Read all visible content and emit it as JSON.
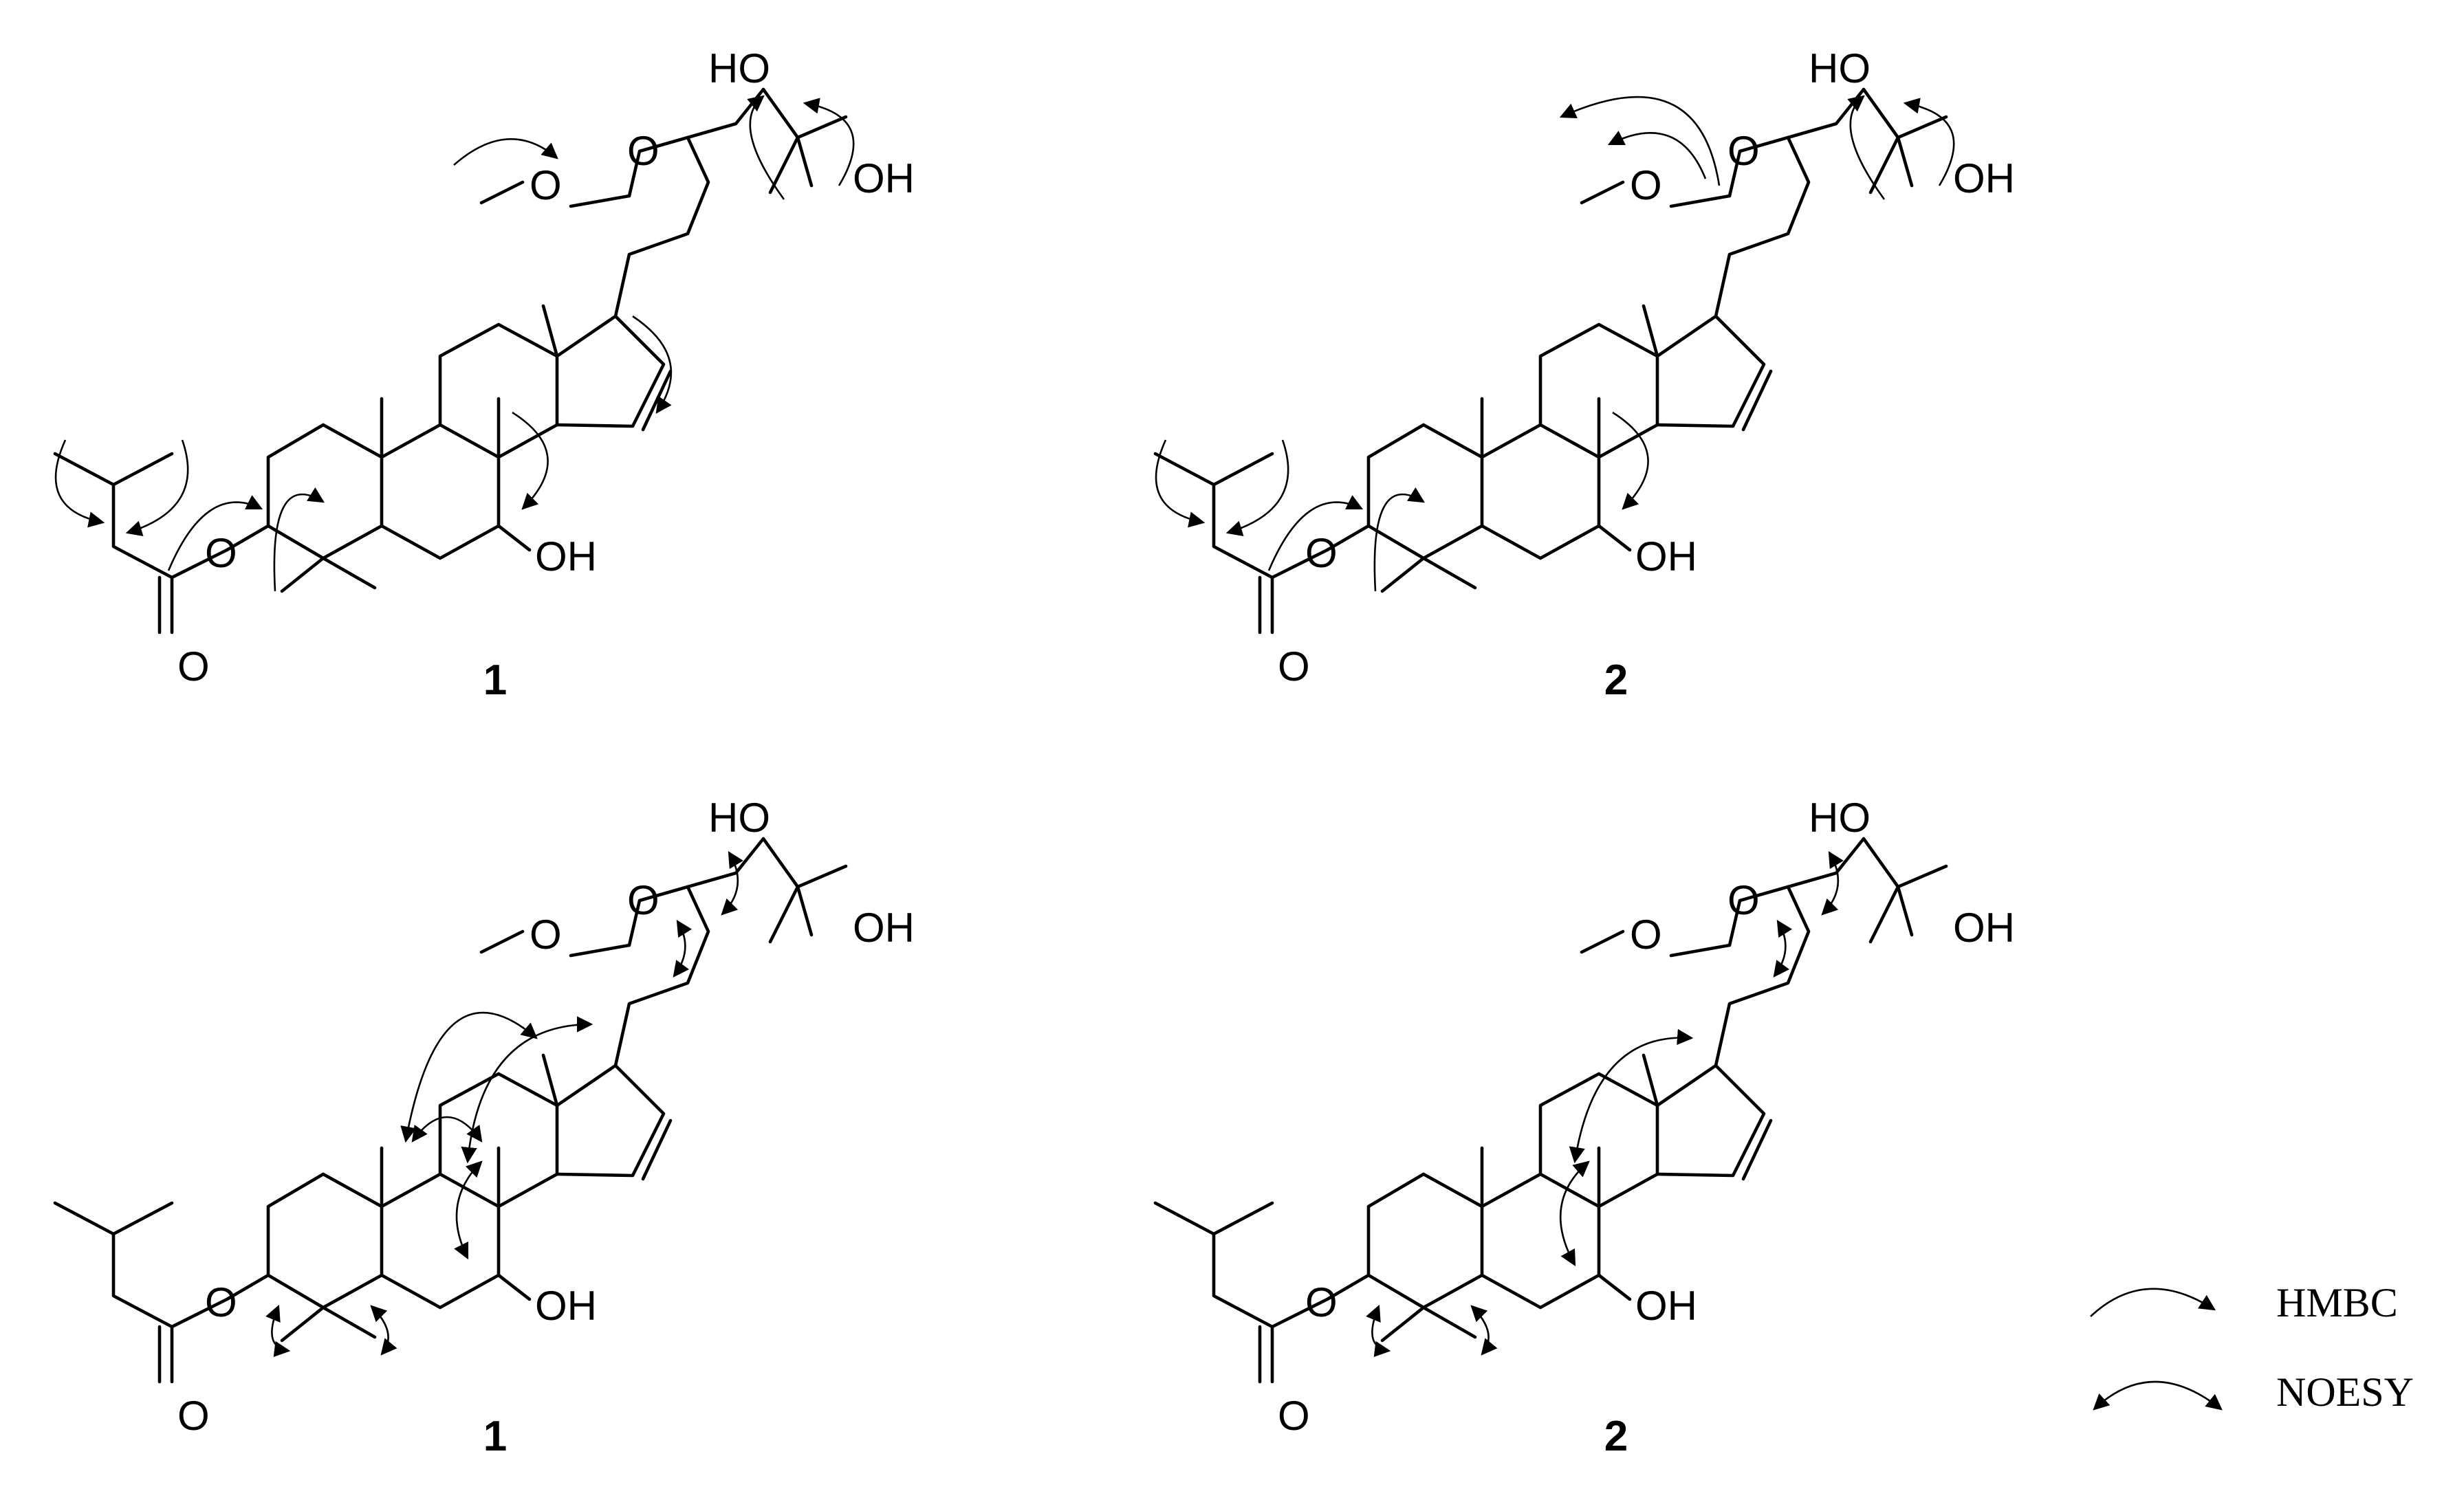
{
  "atom_labels": {
    "hydroxyl_top": "HO",
    "hydroxyl_right": "OH",
    "hydroxyl_c7": "OH",
    "ring_oxygen": "O",
    "ester_oxygen": "O",
    "carbonyl_oxygen": "O"
  },
  "compound_labels": {
    "top_left": "1",
    "top_right": "2",
    "bottom_left": "1",
    "bottom_right": "2"
  },
  "legend": {
    "hmbc": "HMBC",
    "noesy": "NOESY"
  }
}
